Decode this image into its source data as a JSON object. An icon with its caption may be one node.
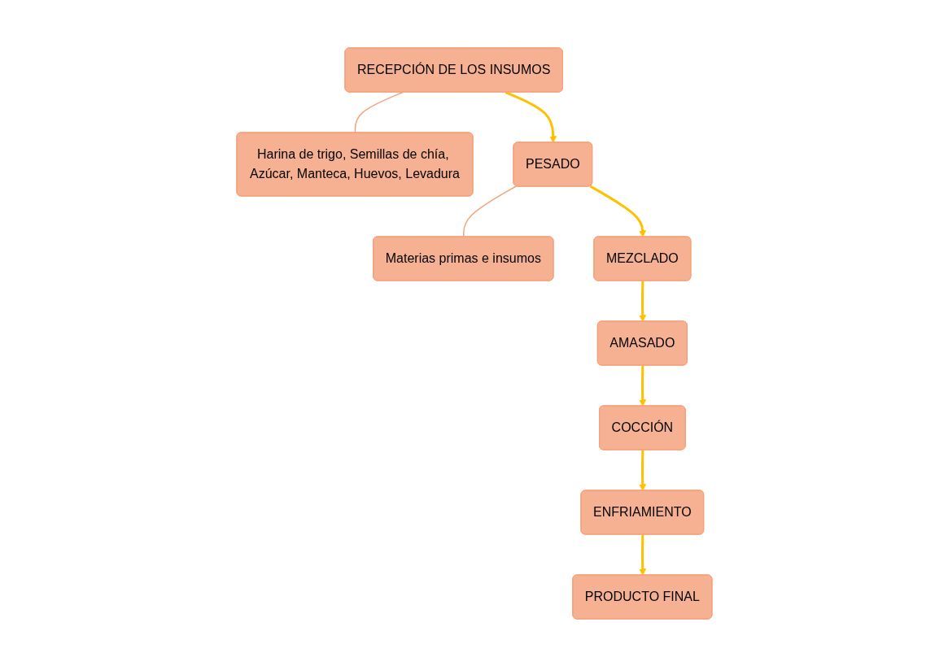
{
  "diagram": {
    "nodes": [
      {
        "text": [
          "RECEPCIÓN DE LOS INSUMOS"
        ]
      },
      {
        "text": [
          "Harina de trigo, Semillas de chía, Azúcar, Manteca, Huevos, Levadura"
        ]
      },
      {
        "text": [
          "PESADO"
        ]
      },
      {
        "text": [
          "Materias primas e insumos"
        ]
      },
      {
        "text": [
          "MEZCLADO"
        ]
      },
      {
        "text": [
          "AMASADO"
        ]
      },
      {
        "text": [
          "COCCIÓN"
        ]
      },
      {
        "text": [
          "ENFRIAMIENTO"
        ]
      },
      {
        "text": [
          "PRODUCTO FINAL"
        ]
      }
    ],
    "edges": [
      {
        "from": 0,
        "to": 1,
        "arrow": "none",
        "color": "#f4a27a"
      },
      {
        "from": 0,
        "to": 2,
        "arrow": "to"
      },
      {
        "from": 2,
        "to": 3,
        "arrow": "none",
        "color": "#f4a27a"
      },
      {
        "from": 2,
        "to": 4,
        "arrow": "to"
      },
      {
        "from": 4,
        "to": 5,
        "arrow": "to"
      },
      {
        "from": 5,
        "to": 6,
        "arrow": "to"
      },
      {
        "from": 6,
        "to": 7,
        "arrow": "to"
      },
      {
        "from": 7,
        "to": 8,
        "arrow": "to"
      }
    ]
  }
}
